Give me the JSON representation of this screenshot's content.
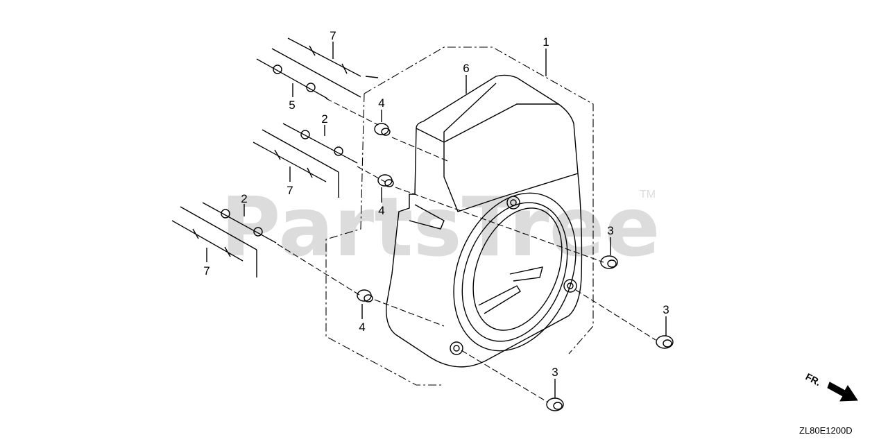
{
  "watermark": {
    "text": "PartsTree",
    "trademark": "TM"
  },
  "diagram_code": "ZL80E1200D",
  "direction_label": "FR.",
  "callouts": {
    "c1": "1",
    "c6": "6",
    "c7a": "7",
    "c5": "5",
    "c2a": "2",
    "c7b": "7",
    "c2b": "2",
    "c7c": "7",
    "c4a": "4",
    "c4b": "4",
    "c4c": "4",
    "c3a": "3",
    "c3b": "3",
    "c3c": "3"
  },
  "icons": [
    "fan-cover",
    "stud-bolt",
    "flange-bolt",
    "grommet",
    "flange-nut",
    "direction-arrow"
  ]
}
